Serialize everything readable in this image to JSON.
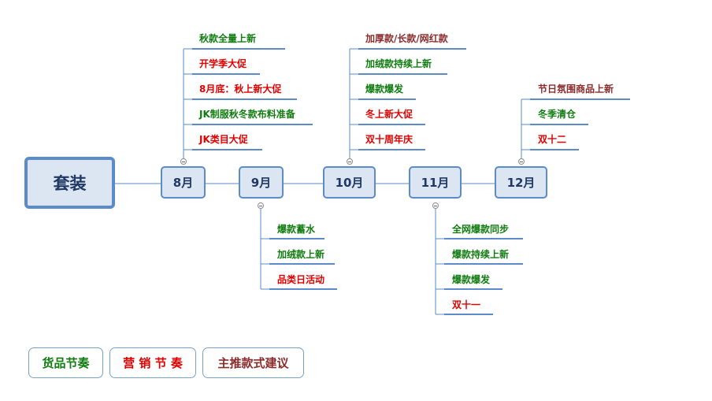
{
  "root": {
    "label": "套装"
  },
  "months": [
    {
      "label": "8月",
      "items": [
        {
          "text": "秋款全量上新",
          "color": "green"
        },
        {
          "text": "开学季大促",
          "color": "red"
        },
        {
          "text": "8月底：秋上新大促",
          "color": "red"
        },
        {
          "text": "JK制服秋冬款布料准备",
          "color": "green"
        },
        {
          "text": "JK类目大促",
          "color": "red"
        }
      ]
    },
    {
      "label": "9月",
      "items": [
        {
          "text": "爆款蓄水",
          "color": "green"
        },
        {
          "text": "加绒款上新",
          "color": "green"
        },
        {
          "text": "品类日活动",
          "color": "red"
        }
      ]
    },
    {
      "label": "10月",
      "items": [
        {
          "text": "加厚款/长款/网红款",
          "color": "darkred"
        },
        {
          "text": "加绒款持续上新",
          "color": "green"
        },
        {
          "text": "爆款爆发",
          "color": "green"
        },
        {
          "text": "冬上新大促",
          "color": "red"
        },
        {
          "text": "双十周年庆",
          "color": "red"
        }
      ]
    },
    {
      "label": "11月",
      "items": [
        {
          "text": "全网爆款同步",
          "color": "green"
        },
        {
          "text": "爆款持续上新",
          "color": "green"
        },
        {
          "text": "爆款爆发",
          "color": "green"
        },
        {
          "text": "双十一",
          "color": "red"
        }
      ]
    },
    {
      "label": "12月",
      "items": [
        {
          "text": "节日氛围商品上新",
          "color": "darkred"
        },
        {
          "text": "冬季清仓",
          "color": "green"
        },
        {
          "text": "双十二",
          "color": "red"
        }
      ]
    }
  ],
  "legend": [
    {
      "label": "货品节奏",
      "color": "green"
    },
    {
      "label": "营 销 节 奏",
      "color": "red"
    },
    {
      "label": "主推款式建议",
      "color": "darkred"
    }
  ],
  "colors": {
    "green": "#107c10",
    "red": "#e00000",
    "darkred": "#8b2c2c",
    "accent": "#5b8bc9",
    "node_fill": "#dce6f2"
  }
}
